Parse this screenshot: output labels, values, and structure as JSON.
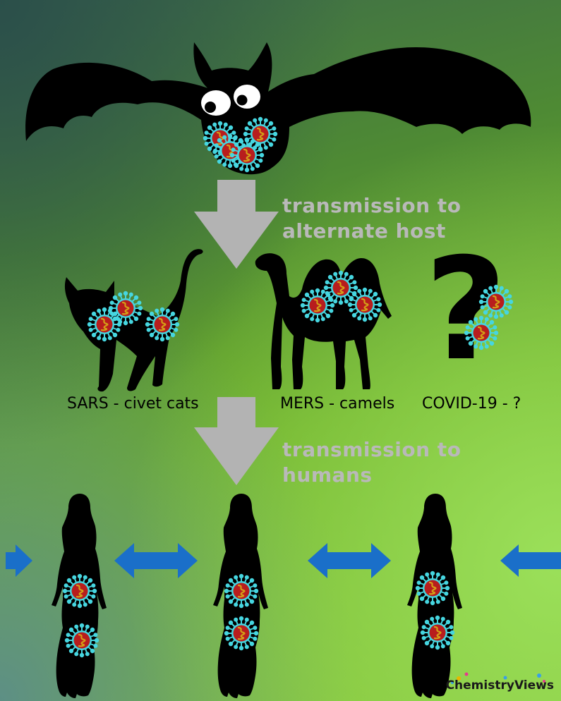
{
  "step_labels": {
    "to_alternate_host": [
      "transmission to",
      "alternate host"
    ],
    "to_humans": [
      "transmission to",
      "humans"
    ]
  },
  "captions": {
    "sars": "SARS - civet cats",
    "mers": "MERS - camels",
    "covid": "COVID-19 - ?"
  },
  "unknown_host_symbol": "?",
  "brand": {
    "name_1": "Chemistry",
    "name_2": "Views"
  },
  "icons": [
    "bat-icon",
    "cat-icon",
    "camel-icon",
    "question-mark-icon",
    "woman-silhouette-icon",
    "virus-icon",
    "down-arrow-icon",
    "double-arrow-icon"
  ],
  "colors": {
    "silhouette": "#000000",
    "arrow_gray": "#b3b3b3",
    "arrow_blue": "#1a6fc9",
    "virus_core": "#b81d1d",
    "virus_spike": "#46d6e0",
    "virus_rna": "#d4a017"
  }
}
